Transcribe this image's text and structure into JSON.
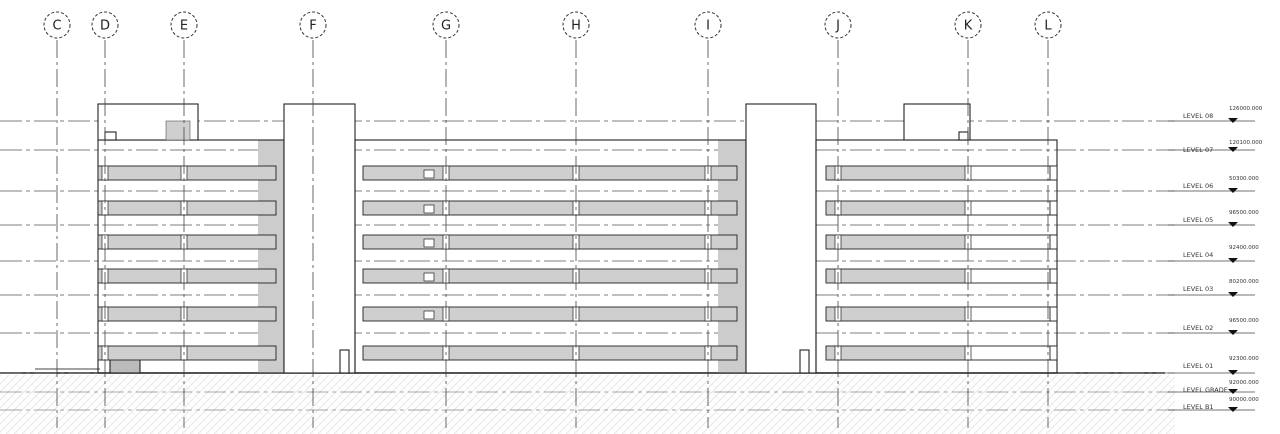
{
  "grid_lines": [
    {
      "label": "C"
    },
    {
      "label": "D"
    },
    {
      "label": "E"
    },
    {
      "label": "F"
    },
    {
      "label": "G"
    },
    {
      "label": "H"
    },
    {
      "label": "I"
    },
    {
      "label": "J"
    },
    {
      "label": "K"
    },
    {
      "label": "L"
    }
  ],
  "levels": [
    {
      "name": "LEVEL 08",
      "elevation": "126000.000"
    },
    {
      "name": "LEVEL 07",
      "elevation": "120100.000"
    },
    {
      "name": "LEVEL 06",
      "elevation": "50300.000"
    },
    {
      "name": "LEVEL 05",
      "elevation": "96500.000"
    },
    {
      "name": "LEVEL 04",
      "elevation": "92400.000"
    },
    {
      "name": "LEVEL 03",
      "elevation": "80200.000"
    },
    {
      "name": "LEVEL 02",
      "elevation": "96500.000"
    },
    {
      "name": "LEVEL 01",
      "elevation": "92300.000"
    },
    {
      "name": "LEVEL GRADE",
      "elevation": "92000.000"
    },
    {
      "name": "LEVEL B1",
      "elevation": "90000.000"
    }
  ],
  "colors": {
    "line": "#222222",
    "panel": "#cfcfcf",
    "shade": "#c8c8c8",
    "dash": "#555555"
  }
}
